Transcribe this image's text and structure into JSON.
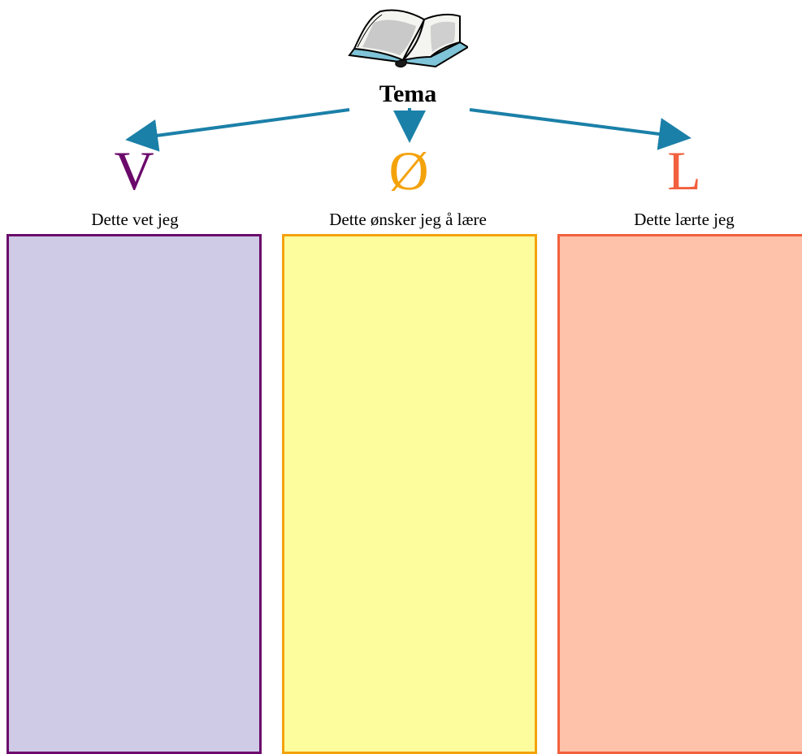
{
  "topic": {
    "title": "Tema",
    "icon": "open-book-icon"
  },
  "columns": [
    {
      "letter": "V",
      "caption": "Dette vet jeg",
      "letter_color": "#6b0a6b",
      "border_color": "#6b0a6b",
      "fill_color": "#cfcbe6"
    },
    {
      "letter": "Ø",
      "caption": "Dette ønsker jeg å lære",
      "letter_color": "#f4a20c",
      "border_color": "#f4a20c",
      "fill_color": "#fdfd9d"
    },
    {
      "letter": "L",
      "caption": "Dette lærte jeg",
      "letter_color": "#f2603e",
      "border_color": "#f2603e",
      "fill_color": "#fec1a9"
    }
  ],
  "arrow_color": "#1b80a8"
}
